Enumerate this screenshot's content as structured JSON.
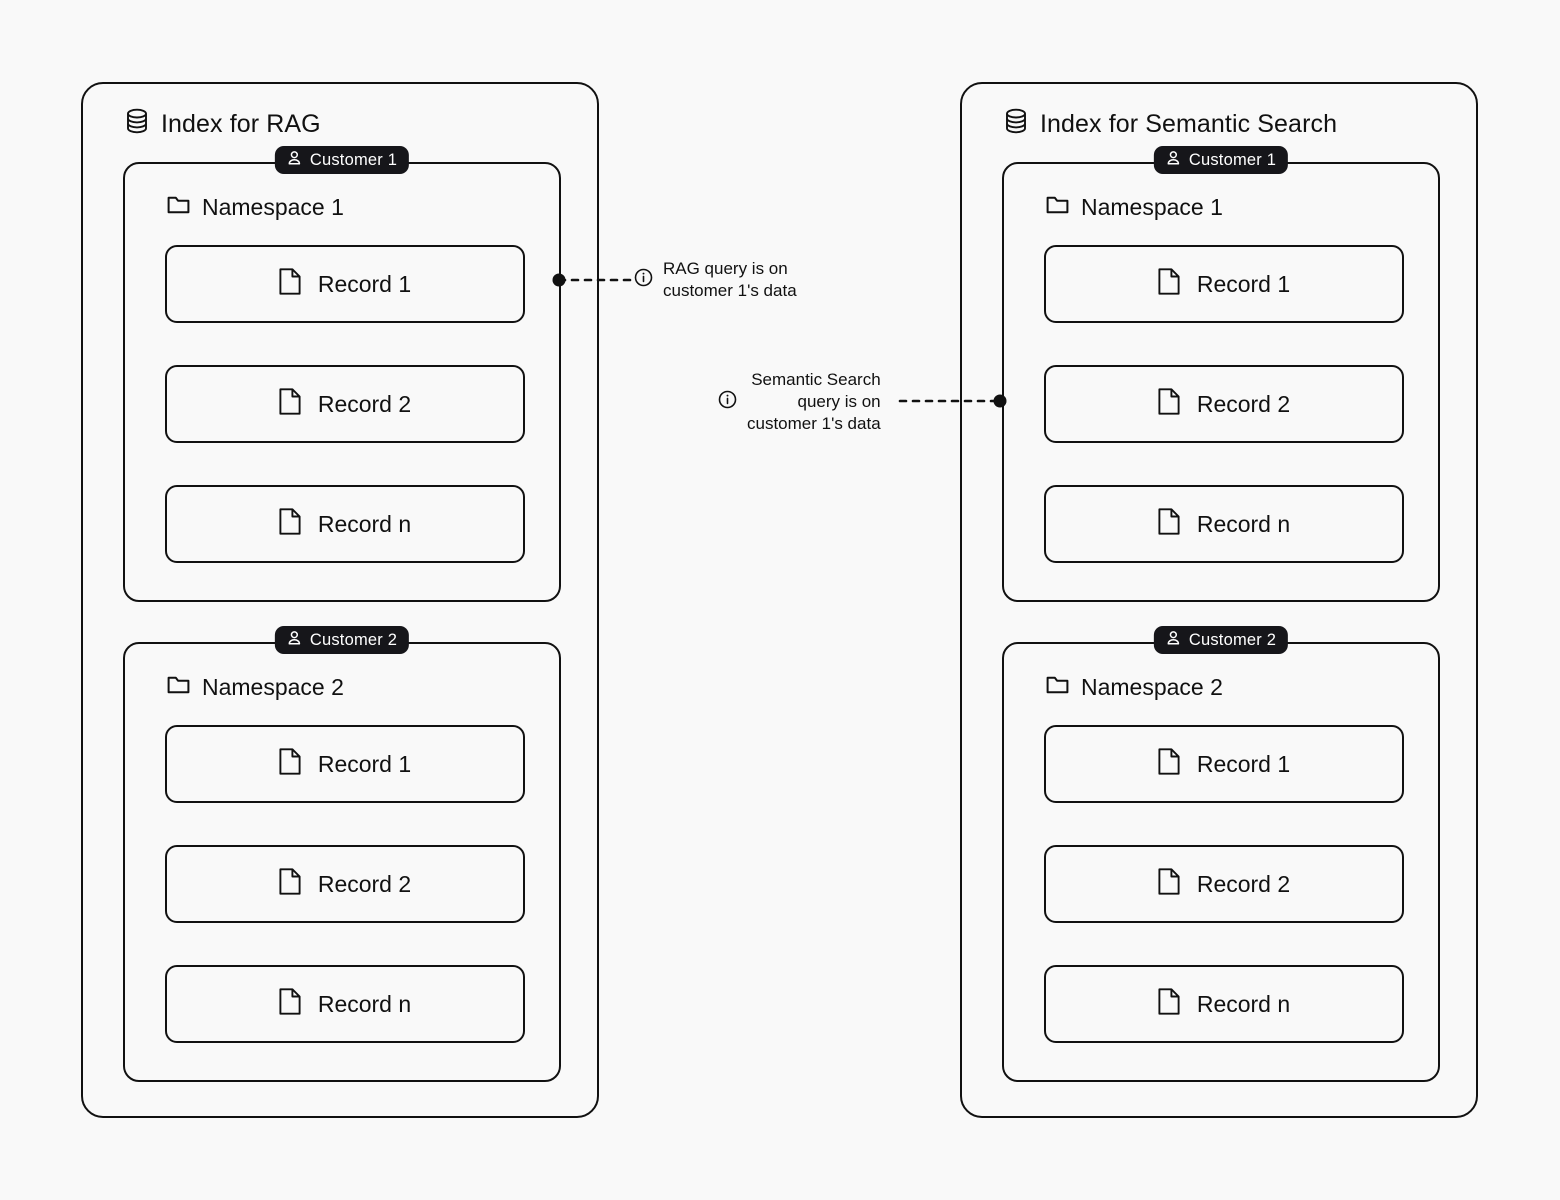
{
  "background_color": "#f9f9f9",
  "line_color": "#111111",
  "badge_background": "#16161a",
  "badge_text_color": "#ffffff",
  "indexes": [
    {
      "id": "index-rag",
      "title": "Index for RAG",
      "icon": "database-icon",
      "namespaces": [
        {
          "badge": "Customer 1",
          "badge_icon": "person-icon",
          "title": "Namespace 1",
          "icon": "folder-icon",
          "records": [
            {
              "label": "Record 1",
              "icon": "file-icon"
            },
            {
              "label": "Record 2",
              "icon": "file-icon"
            },
            {
              "label": "Record n",
              "icon": "file-icon"
            }
          ]
        },
        {
          "badge": "Customer 2",
          "badge_icon": "person-icon",
          "title": "Namespace 2",
          "icon": "folder-icon",
          "records": [
            {
              "label": "Record 1",
              "icon": "file-icon"
            },
            {
              "label": "Record 2",
              "icon": "file-icon"
            },
            {
              "label": "Record n",
              "icon": "file-icon"
            }
          ]
        }
      ]
    },
    {
      "id": "index-semantic-search",
      "title": "Index for Semantic Search",
      "icon": "database-icon",
      "namespaces": [
        {
          "badge": "Customer 1",
          "badge_icon": "person-icon",
          "title": "Namespace 1",
          "icon": "folder-icon",
          "records": [
            {
              "label": "Record 1",
              "icon": "file-icon"
            },
            {
              "label": "Record 2",
              "icon": "file-icon"
            },
            {
              "label": "Record n",
              "icon": "file-icon"
            }
          ]
        },
        {
          "badge": "Customer 2",
          "badge_icon": "person-icon",
          "title": "Namespace 2",
          "icon": "folder-icon",
          "records": [
            {
              "label": "Record 1",
              "icon": "file-icon"
            },
            {
              "label": "Record 2",
              "icon": "file-icon"
            },
            {
              "label": "Record n",
              "icon": "file-icon"
            }
          ]
        }
      ]
    }
  ],
  "annotations": [
    {
      "id": "annotation-rag",
      "icon": "info-icon",
      "text": "RAG query is on\ncustomer 1's data",
      "align": "left"
    },
    {
      "id": "annotation-semantic-search",
      "icon": "info-icon",
      "text": "Semantic Search\nquery is on\ncustomer 1's data",
      "align": "right"
    }
  ]
}
